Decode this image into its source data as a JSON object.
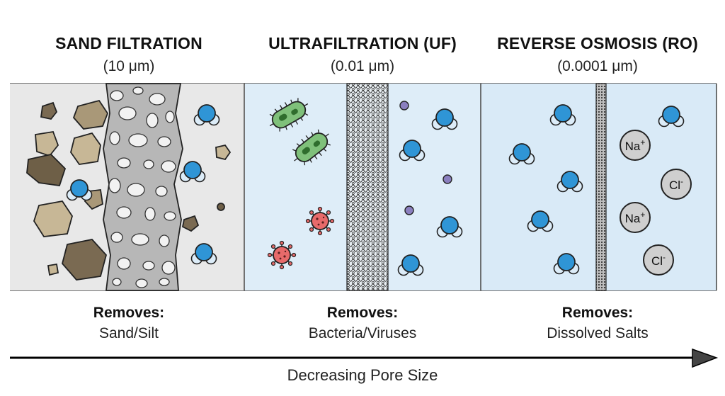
{
  "stages": [
    {
      "title": "SAND FILTRATION",
      "pore_size": "(10 μm)",
      "removes_label": "Removes:",
      "removes": "Sand/Silt"
    },
    {
      "title": "ULTRAFILTRATION (UF)",
      "pore_size": "(0.01 μm)",
      "removes_label": "Removes:",
      "removes": "Bacteria/Viruses"
    },
    {
      "title": "REVERSE OSMOSIS (RO)",
      "pore_size": "(0.0001 μm)",
      "removes_label": "Removes:",
      "removes": "Dissolved Salts"
    }
  ],
  "ions": {
    "sodium_1": "Na+",
    "chloride_1": "Cl-",
    "sodium_2": "Na+",
    "chloride_2": "Cl-"
  },
  "axis": {
    "label": "Decreasing Pore Size"
  },
  "colors": {
    "sand_bg": "#e8e8e8",
    "uf_bg": "#deedf8",
    "ro_bg": "#d9eaf7",
    "water_oxygen": "#2f95d6",
    "water_hydrogen": "#dcecf8",
    "bacteria": "#7fc07a",
    "virus": "#e86a6a",
    "sediment": "#a99878",
    "ion": "#cfcfcf"
  }
}
